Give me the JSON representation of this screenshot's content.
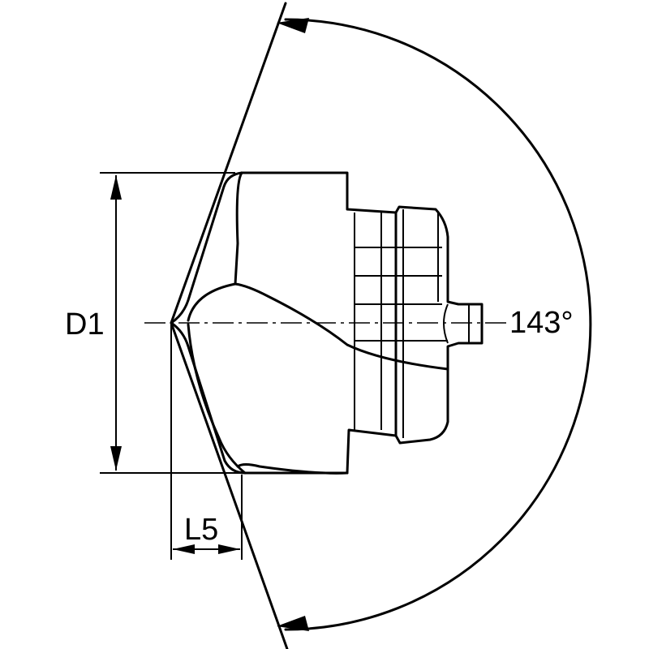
{
  "diagram": {
    "labels": {
      "diameter": "D1",
      "length": "L5",
      "angle": "143°"
    },
    "colors": {
      "line": "#000000",
      "background": "#ffffff"
    }
  }
}
